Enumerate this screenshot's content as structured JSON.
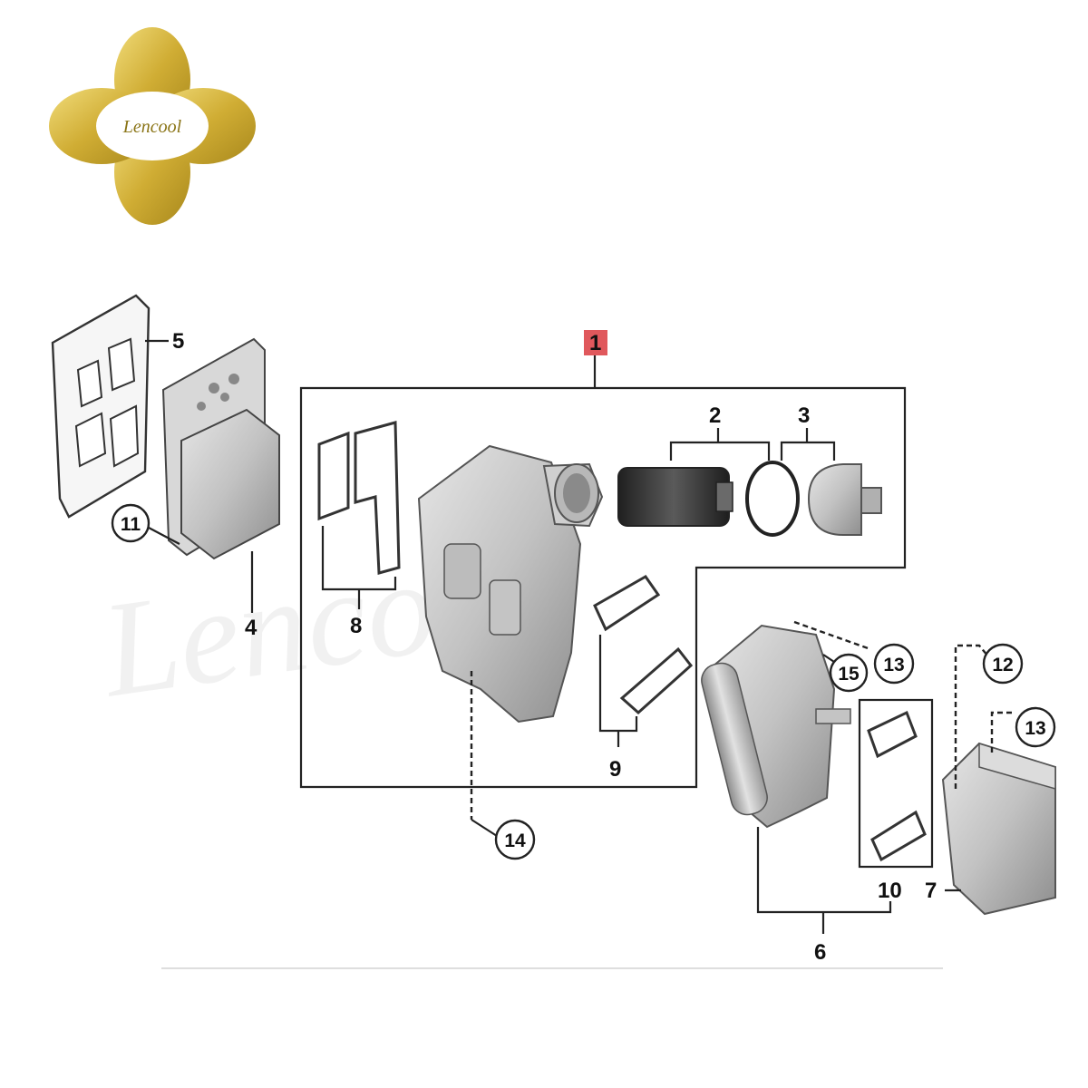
{
  "logo": {
    "text": "Lencool",
    "color": "#c8a830"
  },
  "watermark": {
    "text": "Lencool"
  },
  "badge_color": "#e0585c",
  "labels": {
    "p1": "1",
    "p2": "2",
    "p3": "3",
    "p4": "4",
    "p5": "5",
    "p6": "6",
    "p7": "7",
    "p8": "8",
    "p9": "9",
    "p10": "10"
  },
  "callouts": {
    "c11": "11",
    "c12": "12",
    "c13a": "13",
    "c13b": "13",
    "c14": "14",
    "c15": "15"
  }
}
